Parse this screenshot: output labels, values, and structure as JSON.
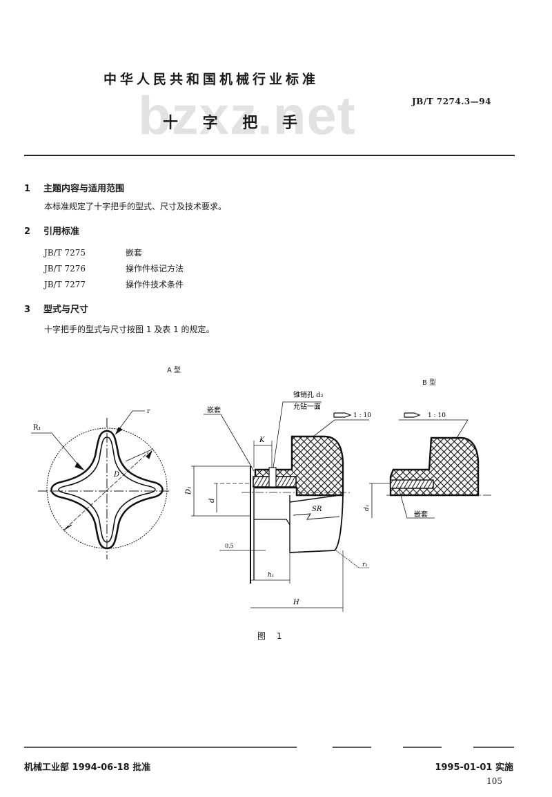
{
  "header": {
    "organization": "中华人民共和国机械行业标准",
    "standard_code": "JB/T 7274.3—94",
    "title": "十 字 把 手",
    "watermark": "bzxz.net"
  },
  "sections": [
    {
      "number": "1",
      "heading": "主题内容与适用范围",
      "body": "本标准规定了十字把手的型式、尺寸及技术要求。"
    },
    {
      "number": "2",
      "heading": "引用标准",
      "references": [
        {
          "code": "JB/T 7275",
          "name": "嵌套"
        },
        {
          "code": "JB/T 7276",
          "name": "操作件标记方法"
        },
        {
          "code": "JB/T 7277",
          "name": "操作件技术条件"
        }
      ]
    },
    {
      "number": "3",
      "heading": "型式与尺寸",
      "body": "十字把手的型式与尺寸按图 1 及表 1 的规定。"
    }
  ],
  "figure": {
    "type_a_label": "A 型",
    "type_b_label": "B 型",
    "caption": "图 1",
    "labels": {
      "R1": "R₁",
      "r": "r",
      "D": "D",
      "D1": "D₁",
      "d": "d",
      "d1": "d₁",
      "K": "K",
      "SR": "SR",
      "r1": "r₁",
      "h1": "h₁",
      "H": "H",
      "c": "0.5",
      "taper_a": "1 : 10",
      "taper_b": "1 : 10",
      "insert_label_a": "嵌套",
      "insert_label_b": "嵌套",
      "pin_hole": "锥销孔 d₂",
      "pin_hole_note": "允钻一面"
    }
  },
  "footer": {
    "approval": "机械工业部 1994-06-18 批准",
    "implementation": "1995-01-01 实施",
    "page_number": "105"
  }
}
